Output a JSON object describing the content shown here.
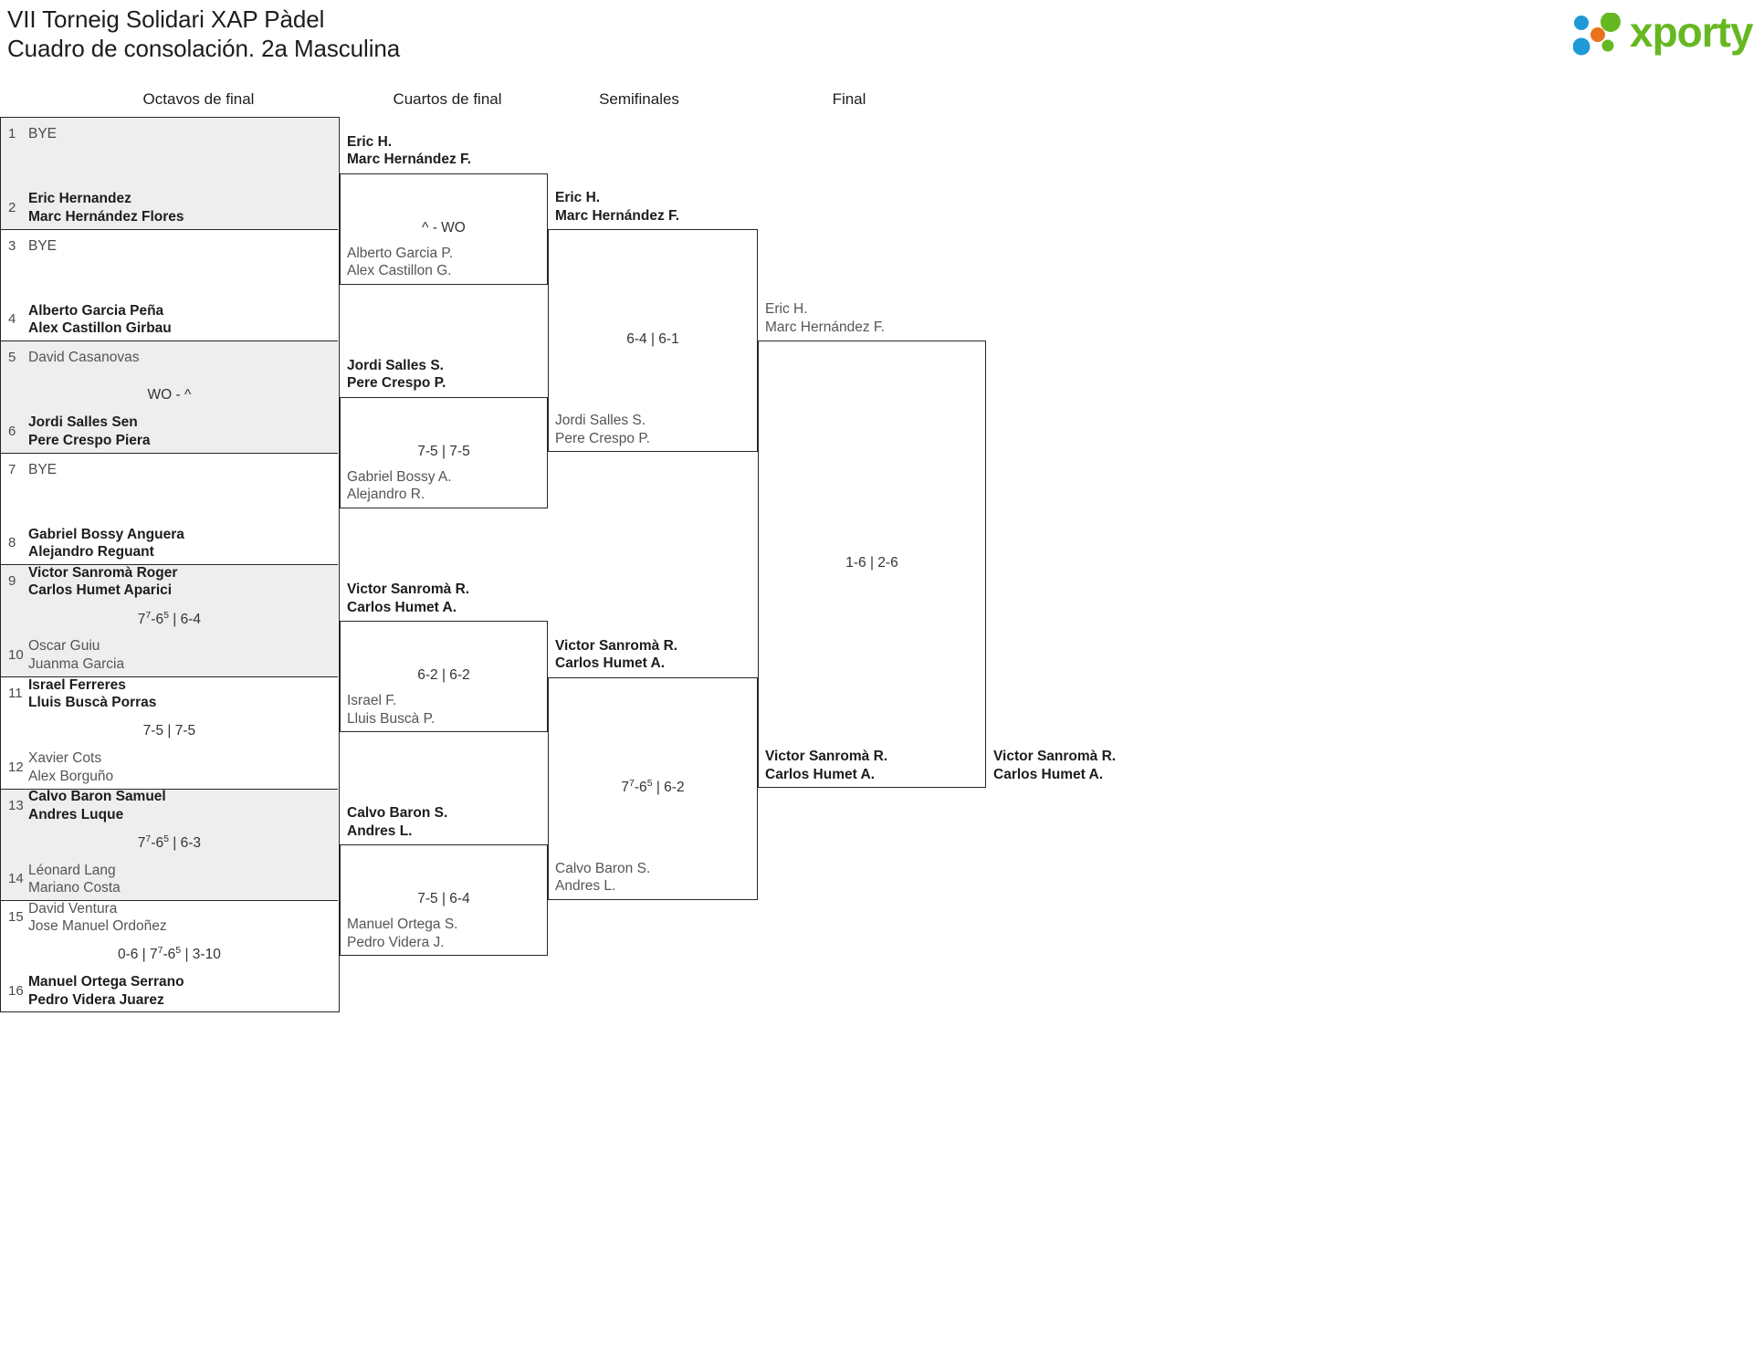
{
  "header": {
    "title_line1": "VII Torneig Solidari XAP Pàdel",
    "title_line2": "Cuadro de consolación. 2a Masculina",
    "logo_text": "xporty",
    "logo_colors": {
      "green": "#66b821",
      "blue": "#1e9ad6",
      "orange": "#e8731a"
    }
  },
  "rounds": [
    {
      "key": "r16",
      "label": "Octavos de final"
    },
    {
      "key": "qf",
      "label": "Cuartos de final"
    },
    {
      "key": "sf",
      "label": "Semifinales"
    },
    {
      "key": "f",
      "label": "Final"
    }
  ],
  "round16": [
    {
      "seed_top": "1",
      "top": [
        "BYE"
      ],
      "top_bye": true,
      "seed_bot": "2",
      "bot": [
        "Eric Hernandez",
        "Marc Hernández Flores"
      ],
      "score": "",
      "winner": "bottom",
      "shaded": true
    },
    {
      "seed_top": "3",
      "top": [
        "BYE"
      ],
      "top_bye": true,
      "seed_bot": "4",
      "bot": [
        "Alberto Garcia Peña",
        "Alex Castillon Girbau"
      ],
      "score": "",
      "winner": "bottom",
      "shaded": false
    },
    {
      "seed_top": "5",
      "top": [
        "David Casanovas"
      ],
      "seed_bot": "6",
      "bot": [
        "Jordi Salles Sen",
        "Pere Crespo Piera"
      ],
      "score": "WO - ^",
      "winner": "bottom",
      "shaded": true
    },
    {
      "seed_top": "7",
      "top": [
        "BYE"
      ],
      "top_bye": true,
      "seed_bot": "8",
      "bot": [
        "Gabriel Bossy Anguera",
        "Alejandro Reguant"
      ],
      "score": "",
      "winner": "bottom",
      "shaded": false
    },
    {
      "seed_top": "9",
      "top": [
        "Victor Sanromà Roger",
        "Carlos Humet Aparici"
      ],
      "seed_bot": "10",
      "bot": [
        "Oscar Guiu",
        "Juanma Garcia"
      ],
      "score": "7^7^-6^5^ | 6-4",
      "winner": "top",
      "shaded": true
    },
    {
      "seed_top": "11",
      "top": [
        "Israel Ferreres",
        "Lluis Buscà Porras"
      ],
      "seed_bot": "12",
      "bot": [
        "Xavier Cots",
        "Alex Borguño"
      ],
      "score": "7-5 | 7-5",
      "winner": "top",
      "shaded": false
    },
    {
      "seed_top": "13",
      "top": [
        "Calvo Baron Samuel",
        "Andres Luque"
      ],
      "seed_bot": "14",
      "bot": [
        "Léonard Lang",
        "Mariano Costa"
      ],
      "score": "7^7^-6^5^ | 6-3",
      "winner": "top",
      "shaded": true
    },
    {
      "seed_top": "15",
      "top": [
        "David Ventura",
        "Jose Manuel Ordoñez"
      ],
      "seed_bot": "16",
      "bot": [
        "Manuel Ortega Serrano",
        "Pedro Videra Juarez"
      ],
      "score": "0-6 | 7^7^-6^5^ | 3-10",
      "winner": "bottom",
      "shaded": false
    }
  ],
  "quarterfinals": [
    {
      "top": [
        "Eric H.",
        "Marc Hernández F."
      ],
      "bot": [
        "Alberto Garcia P.",
        "Alex Castillon G."
      ],
      "score": "^ - WO",
      "winner": "top"
    },
    {
      "top": [
        "Jordi Salles S.",
        "Pere Crespo P."
      ],
      "bot": [
        "Gabriel Bossy A.",
        "Alejandro R."
      ],
      "score": "7-5 | 7-5",
      "winner": "top"
    },
    {
      "top": [
        "Victor Sanromà R.",
        "Carlos Humet A."
      ],
      "bot": [
        "Israel F.",
        "Lluis Buscà P."
      ],
      "score": "6-2 | 6-2",
      "winner": "top"
    },
    {
      "top": [
        "Calvo Baron S.",
        "Andres L."
      ],
      "bot": [
        "Manuel Ortega S.",
        "Pedro Videra J."
      ],
      "score": "7-5 | 6-4",
      "winner": "top"
    }
  ],
  "semifinals": [
    {
      "top": [
        "Eric H.",
        "Marc Hernández F."
      ],
      "bot": [
        "Jordi Salles S.",
        "Pere Crespo P."
      ],
      "score": "6-4 | 6-1",
      "winner": "top"
    },
    {
      "top": [
        "Victor Sanromà R.",
        "Carlos Humet A."
      ],
      "bot": [
        "Calvo Baron S.",
        "Andres L."
      ],
      "score": "7^7^-6^5^ | 6-2",
      "winner": "top"
    }
  ],
  "final": [
    {
      "top": [
        "Eric H.",
        "Marc Hernández F."
      ],
      "bot": [
        "Victor Sanromà R.",
        "Carlos Humet A."
      ],
      "score": "1-6 | 2-6",
      "winner": "bottom"
    }
  ]
}
